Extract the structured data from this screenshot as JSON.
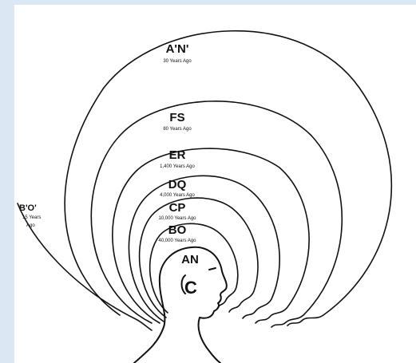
{
  "diagram": {
    "rings": [
      {
        "code": "A'N'",
        "caption": "30 Years Ago"
      },
      {
        "code": "FS",
        "caption": "80 Years Ago"
      },
      {
        "code": "ER",
        "caption": "1,400 Years Ago"
      },
      {
        "code": "DQ",
        "caption": "4,000 Years Ago"
      },
      {
        "code": "CP",
        "caption": "10,000 Years Ago"
      },
      {
        "code": "BO",
        "caption": "40,000 Years Ago"
      }
    ],
    "center": {
      "code": "AN",
      "head_letter": "C"
    },
    "side_label": {
      "code": "B'O'",
      "caption_line1": "15 Years",
      "caption_line2": "Ago"
    }
  },
  "colors": {
    "background": "#dbe7f3",
    "paper": "#ffffff",
    "ink": "#111111"
  }
}
